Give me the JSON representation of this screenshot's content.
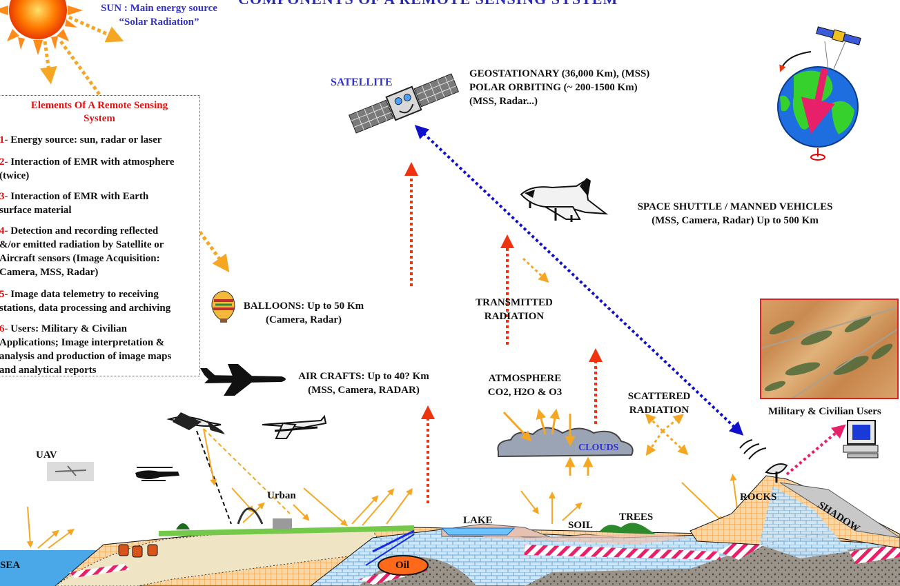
{
  "title": "COMPONENTS OF A REMOTE SENSING SYSTEM",
  "sun": {
    "line1": "SUN : Main energy source",
    "line2": "“Solar Radiation”"
  },
  "elements": {
    "heading_line1": "Elements Of  A  Remote Sensing",
    "heading_line2": "System",
    "items": [
      {
        "num": "1-",
        "text": "Energy source: sun, radar or laser"
      },
      {
        "num": "2-",
        "text": "Interaction of EMR with atmosphere\n(twice)"
      },
      {
        "num": "3-",
        "text": "Interaction of EMR with Earth\nsurface material"
      },
      {
        "num": "4-",
        "text": "Detection and recording reflected\n&/or emitted radiation  by Satellite or\nAircraft sensors (Image Acquisition:\nCamera, MSS, Radar)"
      },
      {
        "num": "5-",
        "text": "Image data telemetry to receiving\nstations, data processing and archiving"
      },
      {
        "num": "6-",
        "text": "Users: Military & Civilian\nApplications; Image interpretation &\nanalysis and production of image maps\nand analytical reports"
      }
    ]
  },
  "satellite": {
    "label": "SATELLITE",
    "line1": "GEOSTATIONARY  (36,000  Km), (MSS)",
    "line2": "POLAR ORBITING  (~ 200-1500 Km)",
    "line3": "(MSS, Radar...)"
  },
  "shuttle": {
    "line1": "SPACE SHUTTLE / MANNED VEHICLES",
    "line2": "(MSS, Camera, Radar) Up to 500 Km"
  },
  "balloons": {
    "line1": "BALLOONS:  Up to 50 Km",
    "line2": "(Camera, Radar)"
  },
  "aircraft": {
    "line1": "AIR CRAFTS: Up to 40? Km",
    "line2": "(MSS, Camera, RADAR)"
  },
  "transmitted": {
    "line1": "TRANSMITTED",
    "line2": "RADIATION"
  },
  "atmosphere": {
    "line1": "ATMOSPHERE",
    "line2": "CO2, H2O & O3"
  },
  "scattered": {
    "line1": "SCATTERED",
    "line2": "RADIATION"
  },
  "clouds": "CLOUDS",
  "users": "Military & Civilian Users",
  "ground": {
    "uav": "UAV",
    "urban": "Urban",
    "lake": "LAKE",
    "soil": "SOIL",
    "trees": "TREES",
    "rocks": "ROCKS",
    "shadow": "SHADOW",
    "sea": "SEA",
    "oil": "Oil"
  },
  "colors": {
    "title": "#2a2ab0",
    "heading_red": "#e01010",
    "label_blue": "#3333cc",
    "arrow_orange": "#f5a623",
    "arrow_red": "#ee3311",
    "arrow_blue": "#1010cc",
    "arrow_magenta": "#e8206a",
    "sea": "#4aa8e8"
  }
}
